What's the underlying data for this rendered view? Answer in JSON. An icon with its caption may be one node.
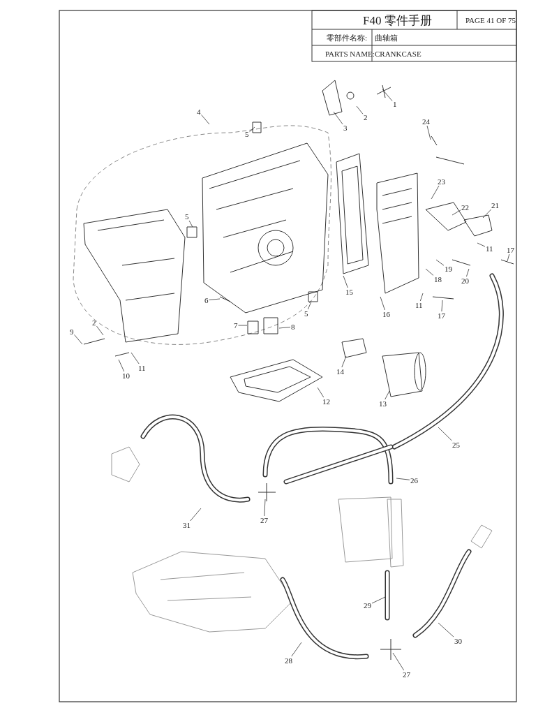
{
  "diagram": {
    "title": "F40 零件手册",
    "nodes": [
      {
        "text": [
          "1"
        ]
      },
      {
        "text": [
          "2"
        ]
      },
      {
        "text": [
          "3"
        ]
      },
      {
        "text": [
          "24"
        ]
      },
      {
        "text": [
          "4"
        ]
      },
      {
        "text": [
          "5"
        ]
      },
      {
        "text": [
          "23"
        ]
      },
      {
        "text": [
          "22"
        ]
      },
      {
        "text": [
          "21"
        ]
      },
      {
        "text": [
          "5"
        ]
      },
      {
        "text": [
          "11"
        ]
      },
      {
        "text": [
          "17"
        ]
      },
      {
        "text": [
          "20"
        ]
      },
      {
        "text": [
          "19"
        ]
      },
      {
        "text": [
          "18"
        ]
      },
      {
        "text": [
          "15"
        ]
      },
      {
        "text": [
          "16"
        ]
      },
      {
        "text": [
          "6"
        ]
      },
      {
        "text": [
          "11"
        ]
      },
      {
        "text": [
          "17"
        ]
      },
      {
        "text": [
          "5"
        ]
      },
      {
        "text": [
          "9"
        ]
      },
      {
        "text": [
          "2"
        ]
      },
      {
        "text": [
          "7"
        ]
      },
      {
        "text": [
          "8"
        ]
      },
      {
        "text": [
          "11"
        ]
      },
      {
        "text": [
          "10"
        ]
      },
      {
        "text": [
          "14"
        ]
      },
      {
        "text": [
          "12"
        ]
      },
      {
        "text": [
          "13"
        ]
      },
      {
        "text": [
          "25"
        ]
      },
      {
        "text": [
          "26"
        ]
      },
      {
        "text": [
          "31"
        ]
      },
      {
        "text": [
          "27"
        ]
      },
      {
        "text": [
          "29"
        ]
      },
      {
        "text": [
          "30"
        ]
      },
      {
        "text": [
          "28"
        ]
      },
      {
        "text": [
          "27"
        ]
      }
    ],
    "edges": [
      {
        "from": 0,
        "to": null,
        "arrow": "none"
      },
      {
        "from": 1,
        "to": null,
        "arrow": "none"
      },
      {
        "from": 2,
        "to": null,
        "arrow": "none"
      },
      {
        "from": 3,
        "to": null,
        "arrow": "none"
      },
      {
        "from": 4,
        "to": null,
        "arrow": "none"
      },
      {
        "from": 5,
        "to": null,
        "arrow": "none"
      },
      {
        "from": 6,
        "to": null,
        "arrow": "none"
      },
      {
        "from": 7,
        "to": null,
        "arrow": "none"
      },
      {
        "from": 8,
        "to": null,
        "arrow": "none"
      },
      {
        "from": 9,
        "to": null,
        "arrow": "none"
      },
      {
        "from": 10,
        "to": null,
        "arrow": "none"
      },
      {
        "from": 11,
        "to": null,
        "arrow": "none"
      },
      {
        "from": 12,
        "to": null,
        "arrow": "none"
      },
      {
        "from": 13,
        "to": null,
        "arrow": "none"
      },
      {
        "from": 14,
        "to": null,
        "arrow": "none"
      },
      {
        "from": 15,
        "to": null,
        "arrow": "none"
      },
      {
        "from": 16,
        "to": null,
        "arrow": "none"
      },
      {
        "from": 17,
        "to": null,
        "arrow": "none"
      },
      {
        "from": 18,
        "to": null,
        "arrow": "none"
      },
      {
        "from": 19,
        "to": null,
        "arrow": "none"
      },
      {
        "from": 20,
        "to": null,
        "arrow": "none"
      },
      {
        "from": 21,
        "to": null,
        "arrow": "none"
      },
      {
        "from": 22,
        "to": null,
        "arrow": "none"
      },
      {
        "from": 23,
        "to": null,
        "arrow": "none"
      },
      {
        "from": 24,
        "to": null,
        "arrow": "none"
      },
      {
        "from": 25,
        "to": null,
        "arrow": "none"
      },
      {
        "from": 26,
        "to": null,
        "arrow": "none"
      },
      {
        "from": 27,
        "to": null,
        "arrow": "none"
      },
      {
        "from": 28,
        "to": null,
        "arrow": "none"
      },
      {
        "from": 29,
        "to": null,
        "arrow": "none"
      },
      {
        "from": 30,
        "to": null,
        "arrow": "none"
      },
      {
        "from": 31,
        "to": null,
        "arrow": "none"
      },
      {
        "from": 32,
        "to": null,
        "arrow": "none"
      },
      {
        "from": 33,
        "to": null,
        "arrow": "none"
      },
      {
        "from": 34,
        "to": null,
        "arrow": "none"
      },
      {
        "from": 35,
        "to": null,
        "arrow": "none"
      },
      {
        "from": 36,
        "to": null,
        "arrow": "none"
      },
      {
        "from": 37,
        "to": null,
        "arrow": "none"
      }
    ],
    "labels": [
      "PAGE 41 OF 75",
      "零部件名称:",
      "曲轴箱",
      "PARTS NAME:",
      "CRANKCASE"
    ]
  }
}
